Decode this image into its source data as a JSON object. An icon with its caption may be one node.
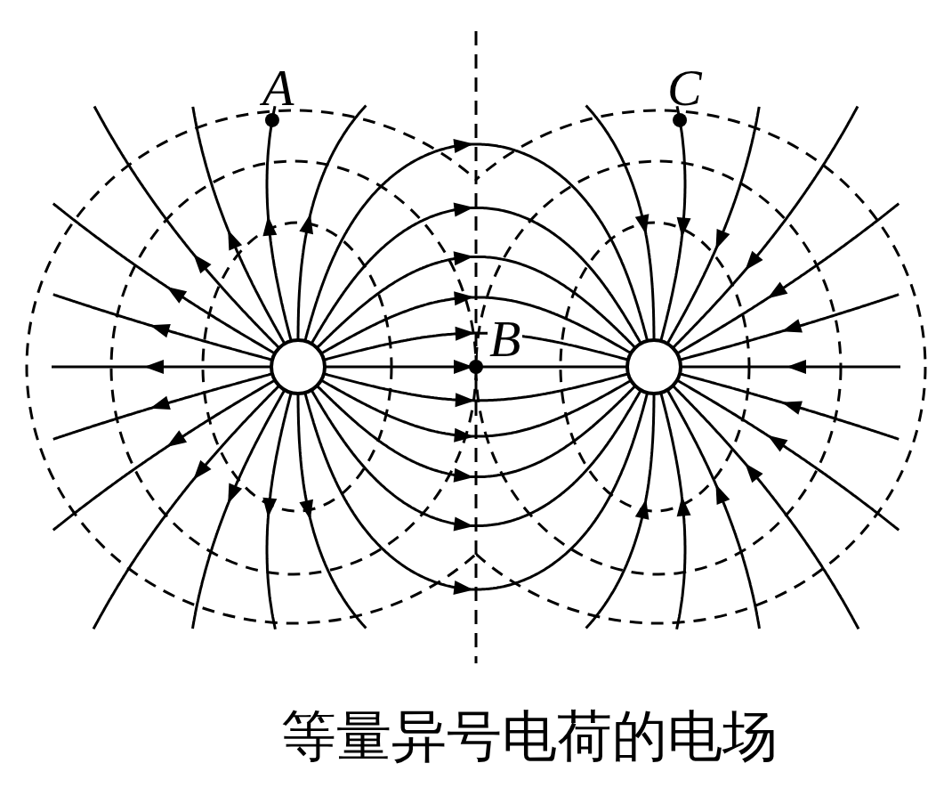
{
  "diagram": {
    "caption": "等量异号电荷的电场",
    "labels": [
      "A",
      "C",
      "B"
    ]
  }
}
